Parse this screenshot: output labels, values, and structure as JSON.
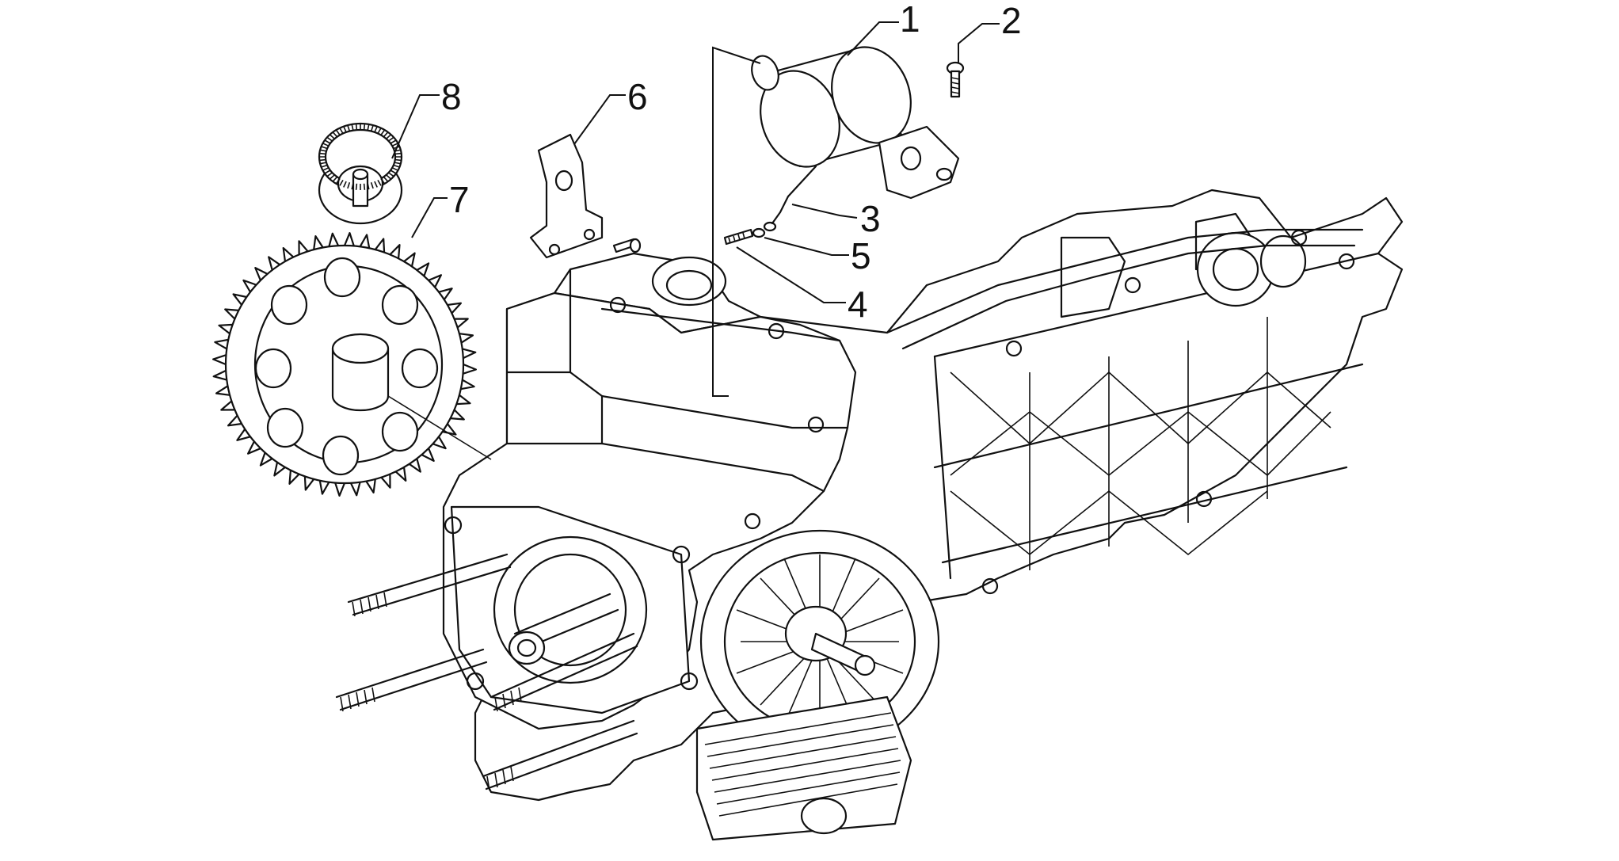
{
  "callouts": [
    {
      "id": "1",
      "label": "1"
    },
    {
      "id": "2",
      "label": "2"
    },
    {
      "id": "3",
      "label": "3"
    },
    {
      "id": "4",
      "label": "4"
    },
    {
      "id": "5",
      "label": "5"
    },
    {
      "id": "6",
      "label": "6"
    },
    {
      "id": "7",
      "label": "7"
    },
    {
      "id": "8",
      "label": "8"
    }
  ],
  "colors": {
    "line": "#111111",
    "background": "#ffffff",
    "shade": "#e6e6e6"
  }
}
